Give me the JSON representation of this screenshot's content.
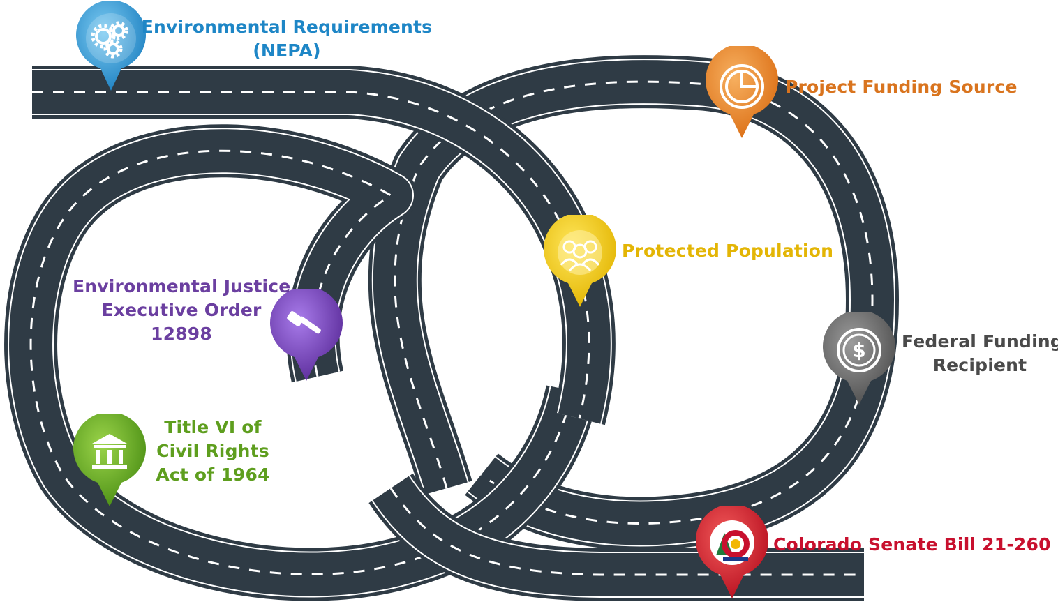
{
  "milestones": {
    "nepa": {
      "line1": "Environmental Requirements",
      "line2": "(NEPA)",
      "color": "#1E86C6",
      "icon": "gears-icon"
    },
    "funding_source": {
      "line1": "Project Funding Source",
      "color": "#D9741E",
      "icon": "pie-chart-icon"
    },
    "protected_population": {
      "line1": "Protected Population",
      "color": "#E3B505",
      "icon": "people-group-icon"
    },
    "environmental_justice": {
      "line1": "Environmental Justice",
      "line2": "Executive Order",
      "line3": "12898",
      "color": "#6B3FA0",
      "icon": "gavel-icon"
    },
    "federal_recipient": {
      "line1": "Federal Funding",
      "line2": "Recipient",
      "color": "#4A4A4A",
      "icon": "dollar-coin-icon"
    },
    "title_vi": {
      "line1": "Title VI of",
      "line2": "Civil Rights",
      "line3": "Act of 1964",
      "color": "#5E9E1E",
      "icon": "courthouse-icon"
    },
    "colorado_sb": {
      "line1": "Colorado Senate Bill 21-260",
      "color": "#C8102E",
      "icon": "colorado-flag-icon"
    }
  },
  "road": {
    "asphalt": "#2F3B45",
    "edge": "#FFFFFF",
    "dash": "#FFFFFF"
  }
}
